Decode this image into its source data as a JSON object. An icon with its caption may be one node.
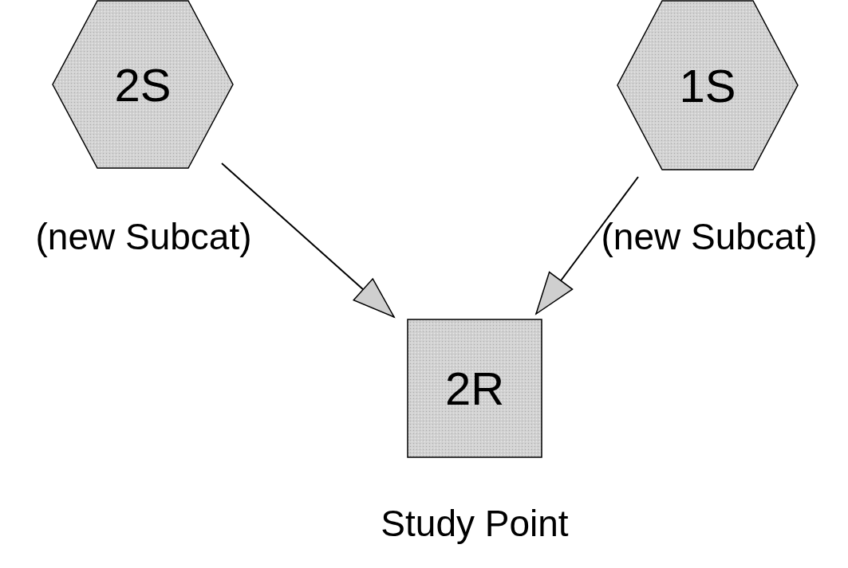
{
  "diagram": {
    "nodes": [
      {
        "text": [
          "2S"
        ],
        "beside": [
          "(new Subcat)"
        ]
      },
      {
        "text": [
          "1S"
        ],
        "beside": [
          "(new Subcat)"
        ]
      },
      {
        "text": [
          "2R"
        ],
        "beside": [
          "Study Point"
        ]
      }
    ],
    "edges": [
      {
        "from": 0,
        "to": 2,
        "arrow": "to"
      },
      {
        "from": 1,
        "to": 2,
        "arrow": "to"
      }
    ]
  }
}
